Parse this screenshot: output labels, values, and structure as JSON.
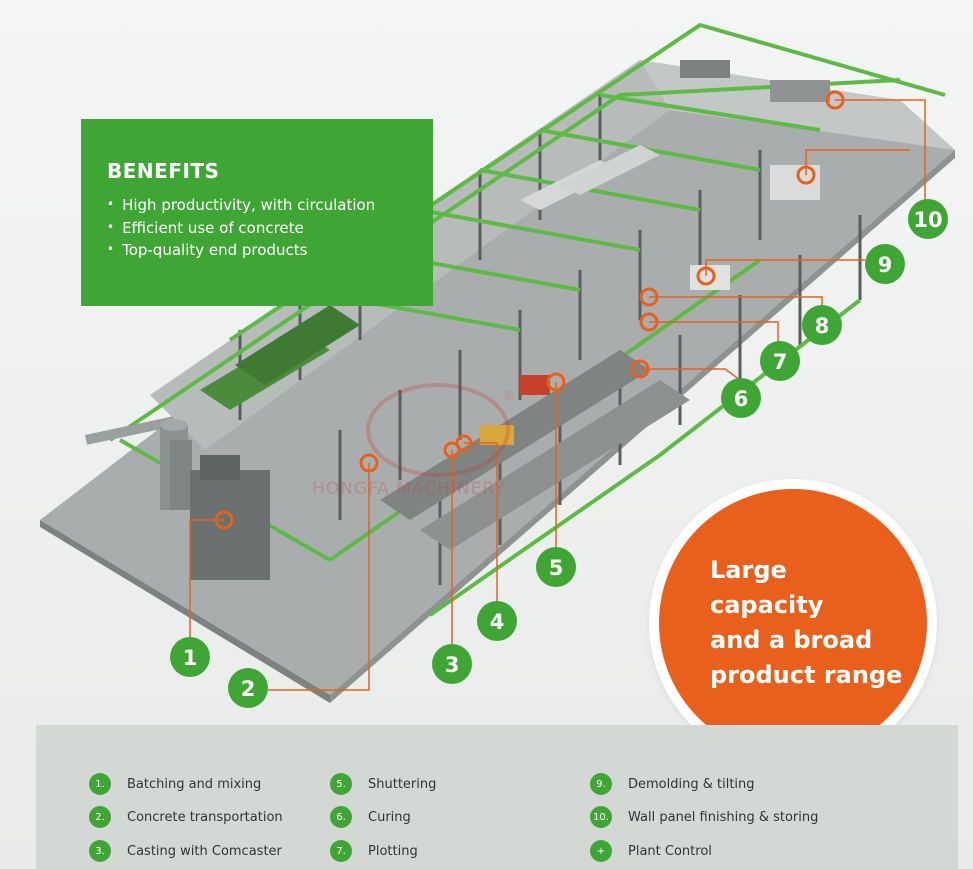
{
  "benefits": {
    "title": "BENEFITS",
    "items": [
      "High productivity, with circulation",
      "Efficient use of concrete",
      "Top-quality end products"
    ]
  },
  "capacity": {
    "lines": [
      "Large capacity",
      "and a broad",
      "product range"
    ]
  },
  "watermark": {
    "text": "HONGFA MACHINERY",
    "registered_mark": "®"
  },
  "markers": [
    "1",
    "2",
    "3",
    "4",
    "5",
    "6",
    "7",
    "8",
    "9",
    "10"
  ],
  "legend": [
    {
      "badge": "1.",
      "label": "Batching and mixing"
    },
    {
      "badge": "2.",
      "label": "Concrete transportation"
    },
    {
      "badge": "3.",
      "label": "Casting with Comcaster"
    },
    {
      "badge": "5.",
      "label": "Shuttering"
    },
    {
      "badge": "6.",
      "label": "Curing"
    },
    {
      "badge": "7.",
      "label": "Plotting"
    },
    {
      "badge": "9.",
      "label": "Demolding & tilting"
    },
    {
      "badge": "10.",
      "label": "Wall panel finishing & storing"
    },
    {
      "badge": "+",
      "label": "Plant Control"
    }
  ],
  "colors": {
    "green": "#3fa535",
    "orange": "#e9601d",
    "legend_bg": "#d3d8d5"
  }
}
